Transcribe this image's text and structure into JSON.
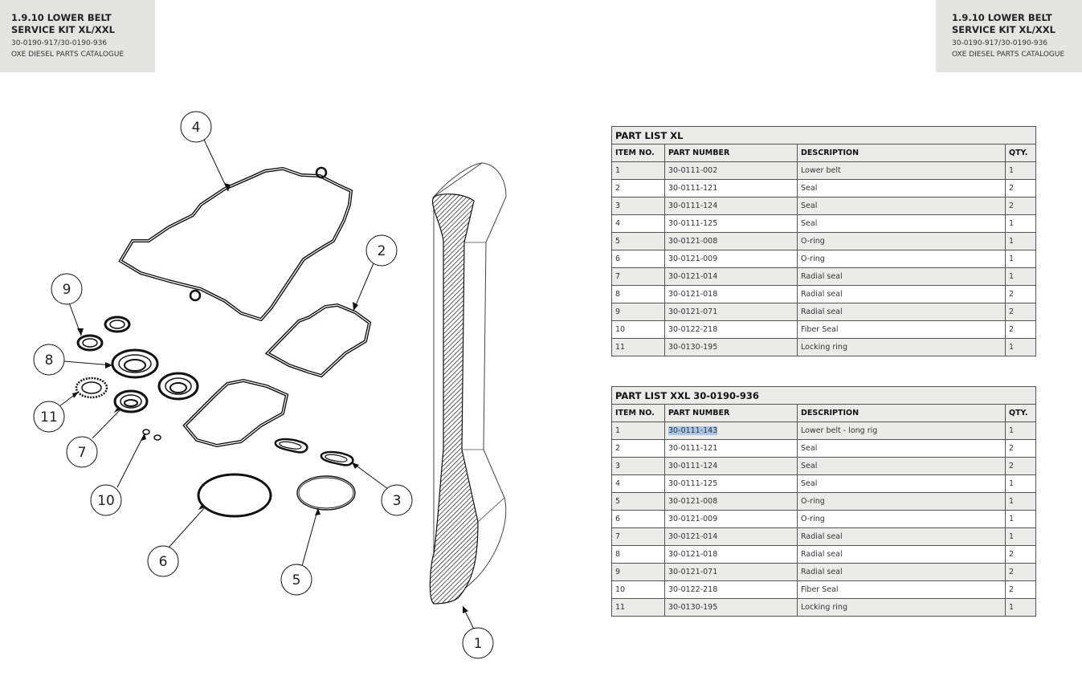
{
  "header": {
    "title_line1": "1.9.10 LOWER BELT",
    "title_line2": "SERVICE KIT XL/XXL",
    "part_numbers": "30-0190-917/30-0190-936",
    "catalogue": "OXE DIESEL PARTS CATALOGUE"
  },
  "callouts": [
    "1",
    "2",
    "3",
    "4",
    "5",
    "6",
    "7",
    "8",
    "9",
    "10",
    "11"
  ],
  "columns": {
    "item": "ITEM NO.",
    "part": "PART NUMBER",
    "desc": "DESCRIPTION",
    "qty": "QTY."
  },
  "xl": {
    "title": "PART LIST XL",
    "rows": [
      {
        "item": "1",
        "part": "30-0111-002",
        "desc": "Lower belt",
        "qty": "1"
      },
      {
        "item": "2",
        "part": "30-0111-121",
        "desc": "Seal",
        "qty": "2"
      },
      {
        "item": "3",
        "part": "30-0111-124",
        "desc": "Seal",
        "qty": "2"
      },
      {
        "item": "4",
        "part": "30-0111-125",
        "desc": "Seal",
        "qty": "1"
      },
      {
        "item": "5",
        "part": "30-0121-008",
        "desc": "O-ring",
        "qty": "1"
      },
      {
        "item": "6",
        "part": "30-0121-009",
        "desc": "O-ring",
        "qty": "1"
      },
      {
        "item": "7",
        "part": "30-0121-014",
        "desc": "Radial seal",
        "qty": "1"
      },
      {
        "item": "8",
        "part": "30-0121-018",
        "desc": "Radial seal",
        "qty": "2"
      },
      {
        "item": "9",
        "part": "30-0121-071",
        "desc": "Radial seal",
        "qty": "2"
      },
      {
        "item": "10",
        "part": "30-0122-218",
        "desc": "Fiber Seal",
        "qty": "2"
      },
      {
        "item": "11",
        "part": "30-0130-195",
        "desc": "Locking ring",
        "qty": "1"
      }
    ]
  },
  "xxl": {
    "title": "PART LIST XXL 30-0190-936",
    "rows": [
      {
        "item": "1",
        "part": "30-0111-143",
        "desc": "Lower belt - long rig",
        "qty": "1"
      },
      {
        "item": "2",
        "part": "30-0111-121",
        "desc": "Seal",
        "qty": "2"
      },
      {
        "item": "3",
        "part": "30-0111-124",
        "desc": "Seal",
        "qty": "2"
      },
      {
        "item": "4",
        "part": "30-0111-125",
        "desc": "Seal",
        "qty": "1"
      },
      {
        "item": "5",
        "part": "30-0121-008",
        "desc": "O-ring",
        "qty": "1"
      },
      {
        "item": "6",
        "part": "30-0121-009",
        "desc": "O-ring",
        "qty": "1"
      },
      {
        "item": "7",
        "part": "30-0121-014",
        "desc": "Radial seal",
        "qty": "1"
      },
      {
        "item": "8",
        "part": "30-0121-018",
        "desc": "Radial seal",
        "qty": "2"
      },
      {
        "item": "9",
        "part": "30-0121-071",
        "desc": "Radial seal",
        "qty": "2"
      },
      {
        "item": "10",
        "part": "30-0122-218",
        "desc": "Fiber Seal",
        "qty": "2"
      },
      {
        "item": "11",
        "part": "30-0130-195",
        "desc": "Locking ring",
        "qty": "1"
      }
    ],
    "highlighted": "30-0111-143"
  }
}
